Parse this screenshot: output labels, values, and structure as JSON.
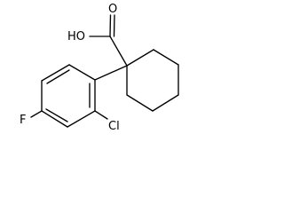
{
  "molecule": {
    "atom_labels": {
      "carboxyl_oxygen": "O",
      "hydroxyl": "HO",
      "chlorine": "Cl",
      "fluorine": "F"
    },
    "colors": {
      "bonds": "#000000",
      "labels": "#000000",
      "background": "#ffffff"
    }
  }
}
